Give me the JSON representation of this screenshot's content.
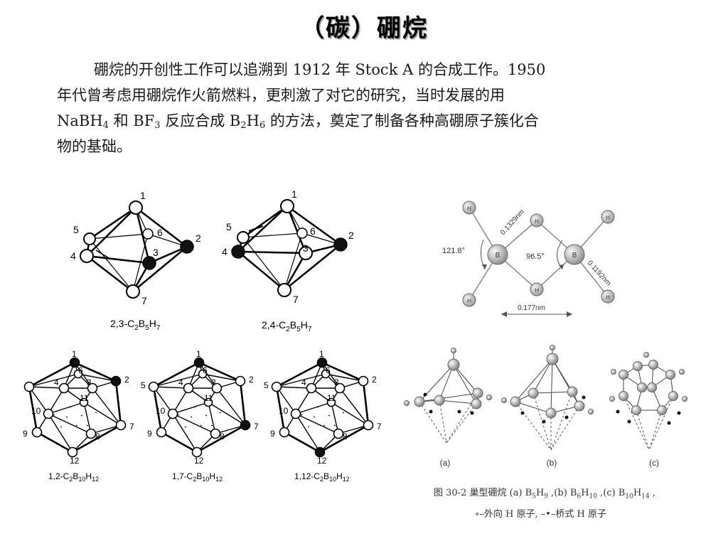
{
  "title": "（碳）硼烷",
  "paragraph": {
    "line1": "硼烷的开创性工作可以追溯到 1912 年 Stock A 的合成工作。1950",
    "line2": "年代曾考虑用硼烷作火箭燃料，更刺激了对它的研究，当时发展的用",
    "line3_pre": "NaBH",
    "line3_sub1": "4",
    "line3_mid1": " 和 BF",
    "line3_sub2": "3",
    "line3_mid2": " 反应合成 B",
    "line3_sub3": "2",
    "line3_mid3": "H",
    "line3_sub4": "6",
    "line3_post": " 的方法，奠定了制备各种高硼原子簇化合",
    "line4": "物的基础。"
  },
  "carborane_figure": {
    "c2b5h7_23": {
      "label_a": "2,3-C",
      "s1": "2",
      "label_b": "B",
      "s2": "5",
      "label_c": "H",
      "s3": "7",
      "vertices": [
        "1",
        "2",
        "3",
        "4",
        "5",
        "6",
        "7"
      ]
    },
    "c2b5h7_24": {
      "label_a": "2,4-C",
      "s1": "2",
      "label_b": "B",
      "s2": "5",
      "label_c": "H",
      "s3": "7",
      "vertices": [
        "1",
        "2",
        "3",
        "4",
        "5",
        "6",
        "7"
      ]
    },
    "c2b10h12_12": {
      "label_a": "1,2-C",
      "s1": "2",
      "label_b": "B",
      "s2": "10",
      "label_c": "H",
      "s3": "12"
    },
    "c2b10h12_17": {
      "label_a": "1,7-C",
      "s1": "2",
      "label_b": "B",
      "s2": "10",
      "label_c": "H",
      "s3": "12"
    },
    "c2b10h12_112": {
      "label_a": "1,12-C",
      "s1": "2",
      "label_b": "B",
      "s2": "10",
      "label_c": "H",
      "s3": "12"
    },
    "ico_numbers": [
      "1",
      "2",
      "3",
      "4",
      "5",
      "6",
      "7",
      "8",
      "9",
      "10",
      "11",
      "12"
    ]
  },
  "diborane": {
    "angle_terminal": "121.8°",
    "angle_bridge": "96.5°",
    "bond_bh_bridge": "0.1329nm",
    "bond_bh_terminal": "0.1192nm",
    "bb_distance": "0.177nm",
    "atom_b": "B",
    "atom_h": "H"
  },
  "nido_boranes": {
    "labels": [
      "(a)",
      "(b)",
      "(c)"
    ],
    "caption_prefix": "图 30-2  巢型硼烷",
    "caption_a": "(a) B",
    "a_s1": "5",
    "a_h": "H",
    "a_s2": "9",
    "caption_b": " ,(b) B",
    "b_s1": "6",
    "b_h": "H",
    "b_s2": "10",
    "caption_c": " ,(c) B",
    "c_s1": "10",
    "c_h": "H",
    "c_s2": "14",
    "caption_end": " ,",
    "legend": "∘–外向 H 原子, –•–桥式 H 原子"
  }
}
